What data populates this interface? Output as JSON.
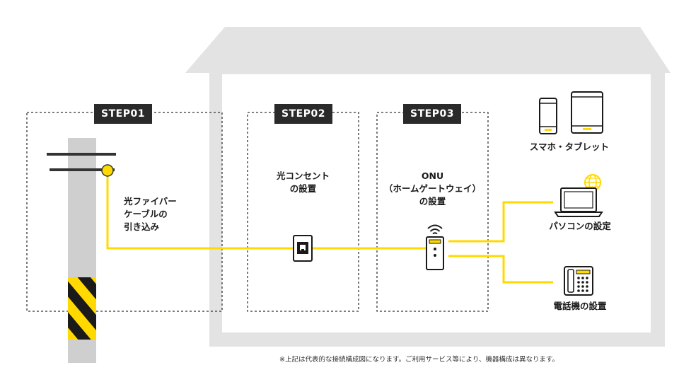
{
  "steps": [
    {
      "badge": "STEP01",
      "label_lines": [
        "光ファイバー",
        "ケーブルの",
        "引き込み"
      ]
    },
    {
      "badge": "STEP02",
      "label_lines": [
        "光コンセント",
        "の設置"
      ]
    },
    {
      "badge": "STEP03",
      "label_lines": [
        "ONU",
        "（ホームゲートウェイ）",
        "の設置"
      ]
    }
  ],
  "devices": {
    "smartphone_tablet": "スマホ・タブレット",
    "pc": "パソコンの設定",
    "phone": "電話機の設置"
  },
  "footnote": "※上記は代表的な接続構成図になります。ご利用サービス等により、機器構成は異なります。",
  "colors": {
    "accent": "#FFD900",
    "house": "#e3e3e3",
    "dark": "#2a2a2a",
    "pole": "#cfcfcf"
  },
  "icons": [
    "smartphone-icon",
    "tablet-icon",
    "laptop-icon",
    "globe-icon",
    "telephone-icon",
    "wifi-icon",
    "router-icon",
    "outlet-icon",
    "utility-pole"
  ]
}
